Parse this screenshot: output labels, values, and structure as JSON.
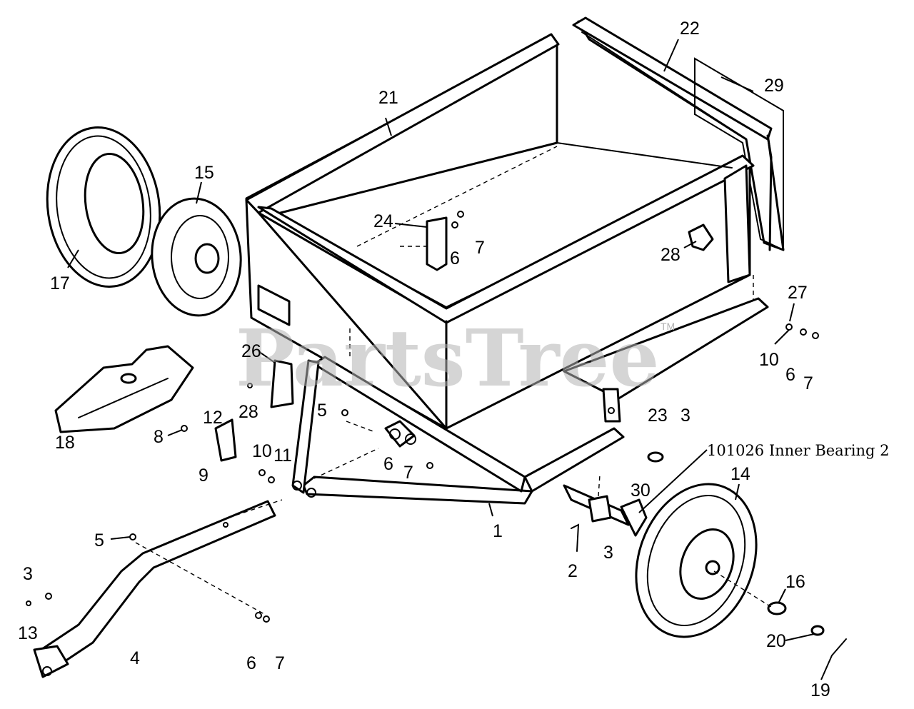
{
  "watermark": {
    "text": "PartsTree",
    "trademark": "TM"
  },
  "note": "101026  Inner Bearing  2",
  "callouts": {
    "c1": "1",
    "c2": "2",
    "c3a": "3",
    "c3b": "3",
    "c3c": "3",
    "c4": "4",
    "c5a": "5",
    "c5b": "5",
    "c6a": "6",
    "c6b": "6",
    "c6c": "6",
    "c6d": "6",
    "c7a": "7",
    "c7b": "7",
    "c7c": "7",
    "c7d": "7",
    "c8": "8",
    "c9": "9",
    "c10a": "10",
    "c10b": "10",
    "c11": "11",
    "c12": "12",
    "c13": "13",
    "c14": "14",
    "c15": "15",
    "c16": "16",
    "c17": "17",
    "c18": "18",
    "c19": "19",
    "c20": "20",
    "c21": "21",
    "c22": "22",
    "c23": "23",
    "c24": "24",
    "c26": "26",
    "c27": "27",
    "c28a": "28",
    "c28b": "28",
    "c29": "29",
    "c30": "30"
  }
}
